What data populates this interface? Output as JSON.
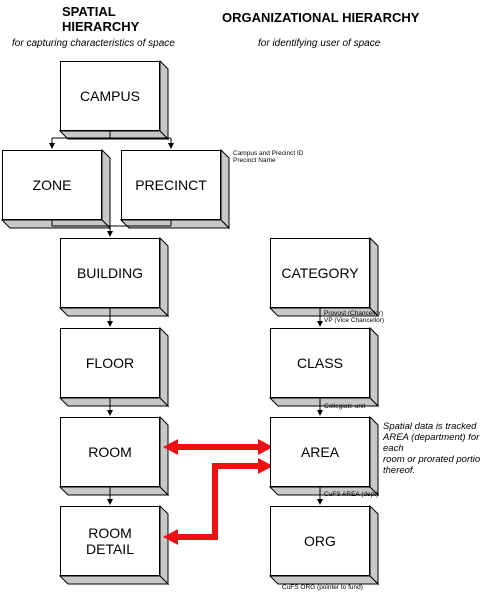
{
  "headers": {
    "spatial_title": "SPATIAL\nHIERARCHY",
    "spatial_subtitle": "for capturing characteristics of space",
    "org_title": "ORGANIZATIONAL HIERARCHY",
    "org_subtitle": "for identifying user of space"
  },
  "boxes": {
    "campus": "CAMPUS",
    "zone": "ZONE",
    "precinct": "PRECINCT",
    "building": "BUILDING",
    "floor": "FLOOR",
    "room": "ROOM",
    "room_detail": "ROOM\nDETAIL",
    "category": "CATEGORY",
    "class": "CLASS",
    "area": "AREA",
    "org": "ORG"
  },
  "notes": {
    "precinct_note": "Campus and Precinct ID\nPrecinct Name",
    "category_note": "Provost (Chancellor)\nVP (Vice Chancellor)",
    "class_note": "Collegiate unit",
    "area_note": "CuFS AREA (dept)",
    "org_note": "CuFS ORG (pointer to fund)",
    "spatial_tracked": "Spatial data is tracked\nAREA (department) for each\nroom or prorated portio\nthereof."
  },
  "colors": {
    "arrow": "#ee1111",
    "line": "#000000",
    "shade": "#c8c8c8"
  }
}
